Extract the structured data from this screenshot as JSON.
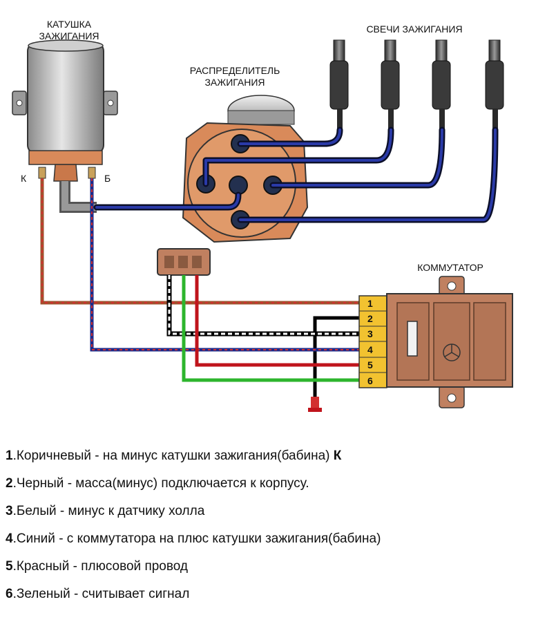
{
  "labels": {
    "coil": [
      "КАТУШКА",
      "ЗАЖИГАНИЯ"
    ],
    "distributor": [
      "РАСПРЕДЕЛИТЕЛЬ",
      "ЗАЖИГАНИЯ"
    ],
    "plugs": "СВЕЧИ ЗАЖИГАНИЯ",
    "switch": "КОММУТАТОР",
    "coil_terminal_k": "К",
    "coil_terminal_b": "Б"
  },
  "pins": [
    "1",
    "2",
    "3",
    "4",
    "5",
    "6"
  ],
  "colors": {
    "brown": "#a0522d",
    "black": "#000000",
    "white": "#ffffff",
    "blue": "#1e2a8a",
    "red": "#c0141c",
    "green": "#2db52d",
    "connector_yellow": "#f2c230",
    "switch_body": "#c08060",
    "distributor_cap": "#d98a5a",
    "coil_body": "#b8b8b8"
  },
  "legend": [
    {
      "num": "1",
      "text": ".Коричневый - на минус катушки зажигания(бабина) ",
      "tail": "К"
    },
    {
      "num": "2",
      "text": ".Черный - масса(минус) подключается к корпусу.",
      "tail": ""
    },
    {
      "num": "3",
      "text": ".Белый - минус к датчику холла",
      "tail": ""
    },
    {
      "num": "4",
      "text": ".Синий - с коммутатора на плюс катушки зажигания(бабина)",
      "tail": ""
    },
    {
      "num": "5",
      "text": ".Красный - плюсовой провод",
      "tail": ""
    },
    {
      "num": "6",
      "text": ".Зеленый - считывает сигнал",
      "tail": ""
    }
  ]
}
